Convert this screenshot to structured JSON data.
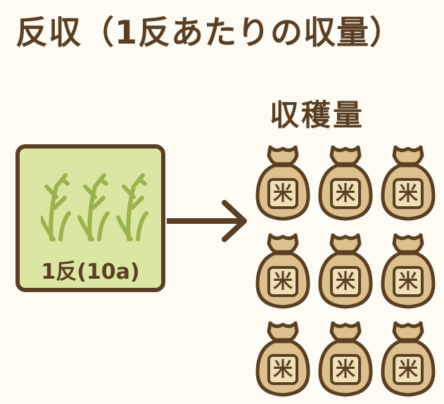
{
  "title": "反収（1反あたりの収量）",
  "field": {
    "label": "1反(10a)"
  },
  "harvest": {
    "label": "収穫量",
    "bag_mark": "米",
    "bag_count": 9
  },
  "colors": {
    "outline": "#5b3f24",
    "field_bg": "#dbe6a3",
    "plant": "#9bb34d",
    "bag": "#dcc08d"
  },
  "icons": [
    "rice-plant-icon",
    "arrow-right-icon",
    "rice-bag-icon"
  ]
}
